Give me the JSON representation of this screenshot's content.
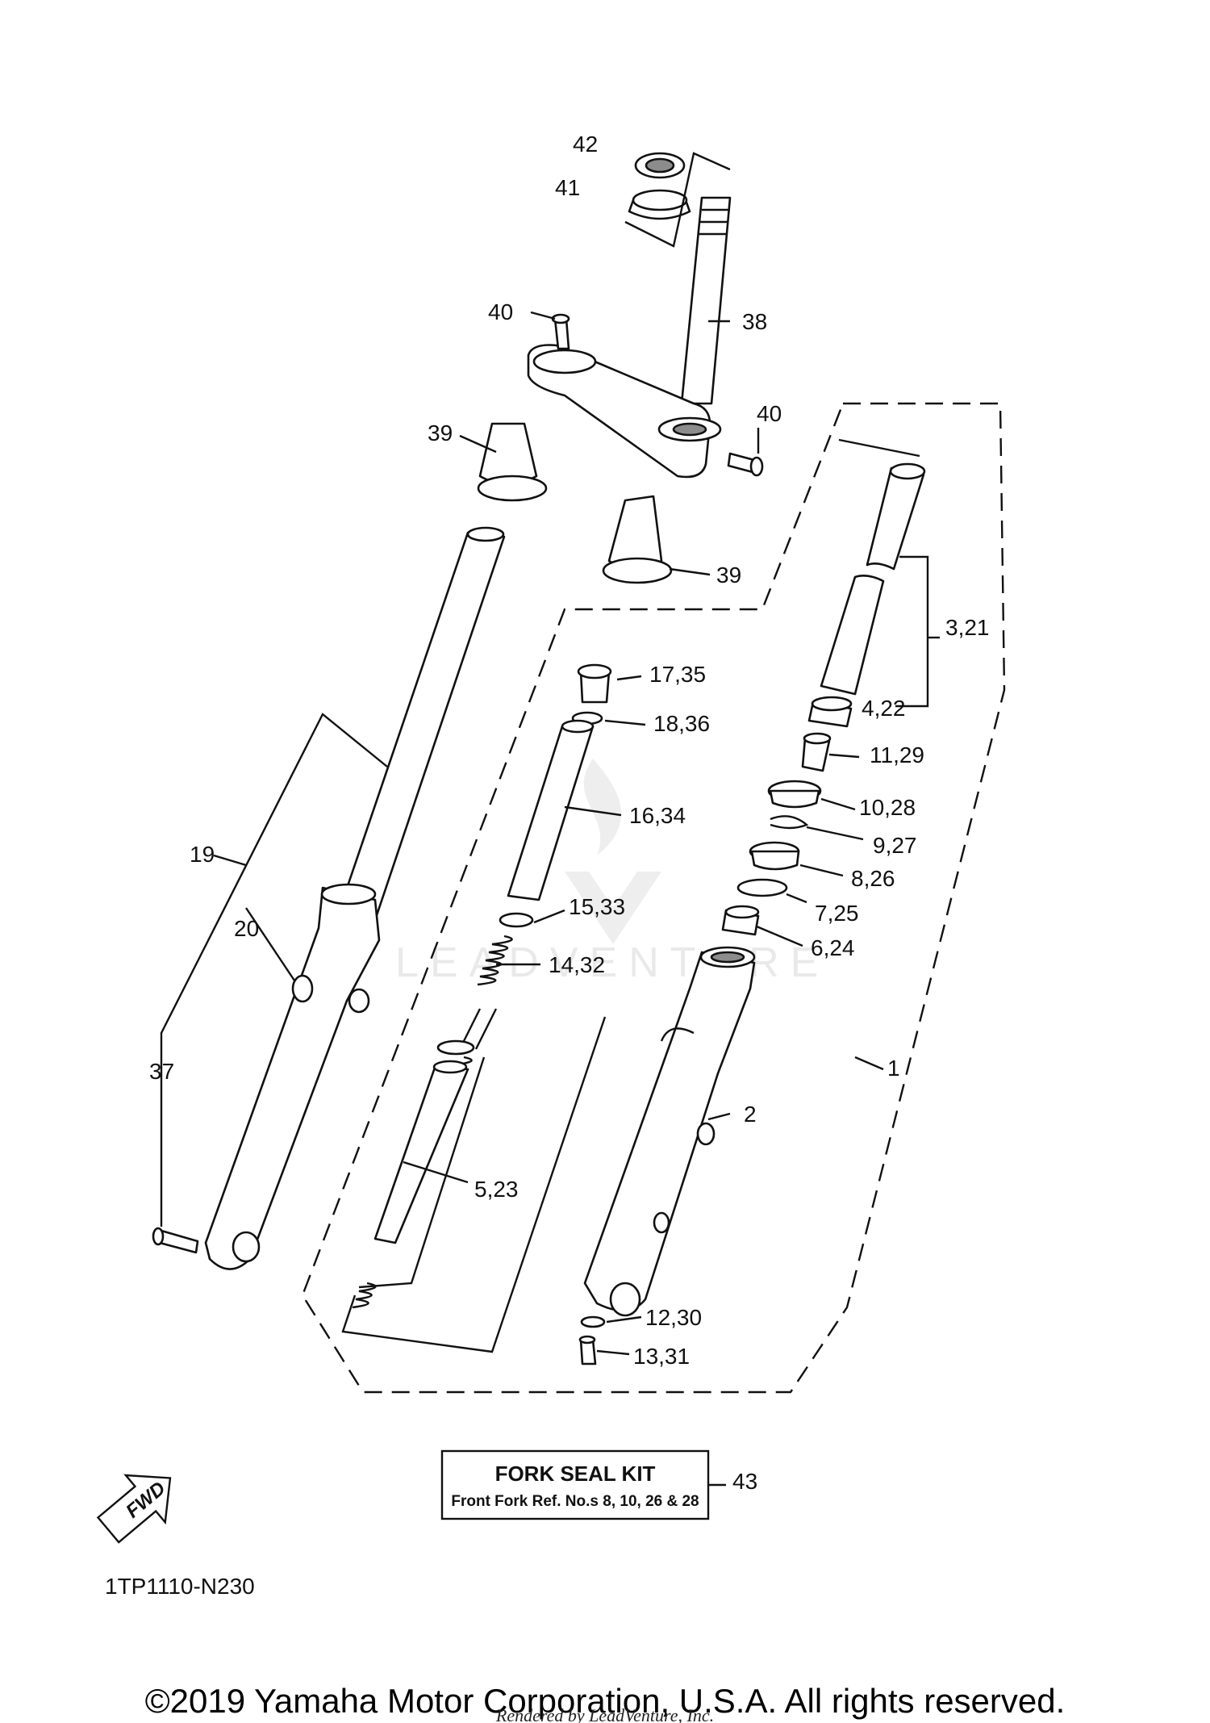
{
  "callouts": {
    "c42": "42",
    "c41": "41",
    "c40a": "40",
    "c38": "38",
    "c40b": "40",
    "c39a": "39",
    "c39b": "39",
    "c3_21": "3,21",
    "c17_35": "17,35",
    "c4_22": "4,22",
    "c18_36": "18,36",
    "c11_29": "11,29",
    "c10_28": "10,28",
    "c16_34": "16,34",
    "c9_27": "9,27",
    "c19": "19",
    "c8_26": "8,26",
    "c15_33": "15,33",
    "c7_25": "7,25",
    "c20": "20",
    "c6_24": "6,24",
    "c14_32": "14,32",
    "c1": "1",
    "c37": "37",
    "c2": "2",
    "c5_23": "5,23",
    "c12_30": "12,30",
    "c13_31": "13,31",
    "c43": "43"
  },
  "kit_box": {
    "title": "FORK SEAL KIT",
    "subtitle": "Front Fork Ref. No.s  8, 10, 26 & 28"
  },
  "fwd_label": "FWD",
  "diagram_code": "1TP1110-N230",
  "copyright": "©2019 Yamaha Motor Corporation, U.S.A. All rights reserved.",
  "rendered_by": "Rendered by LeadVenture, Inc.",
  "watermark": "LEADVENTURE"
}
